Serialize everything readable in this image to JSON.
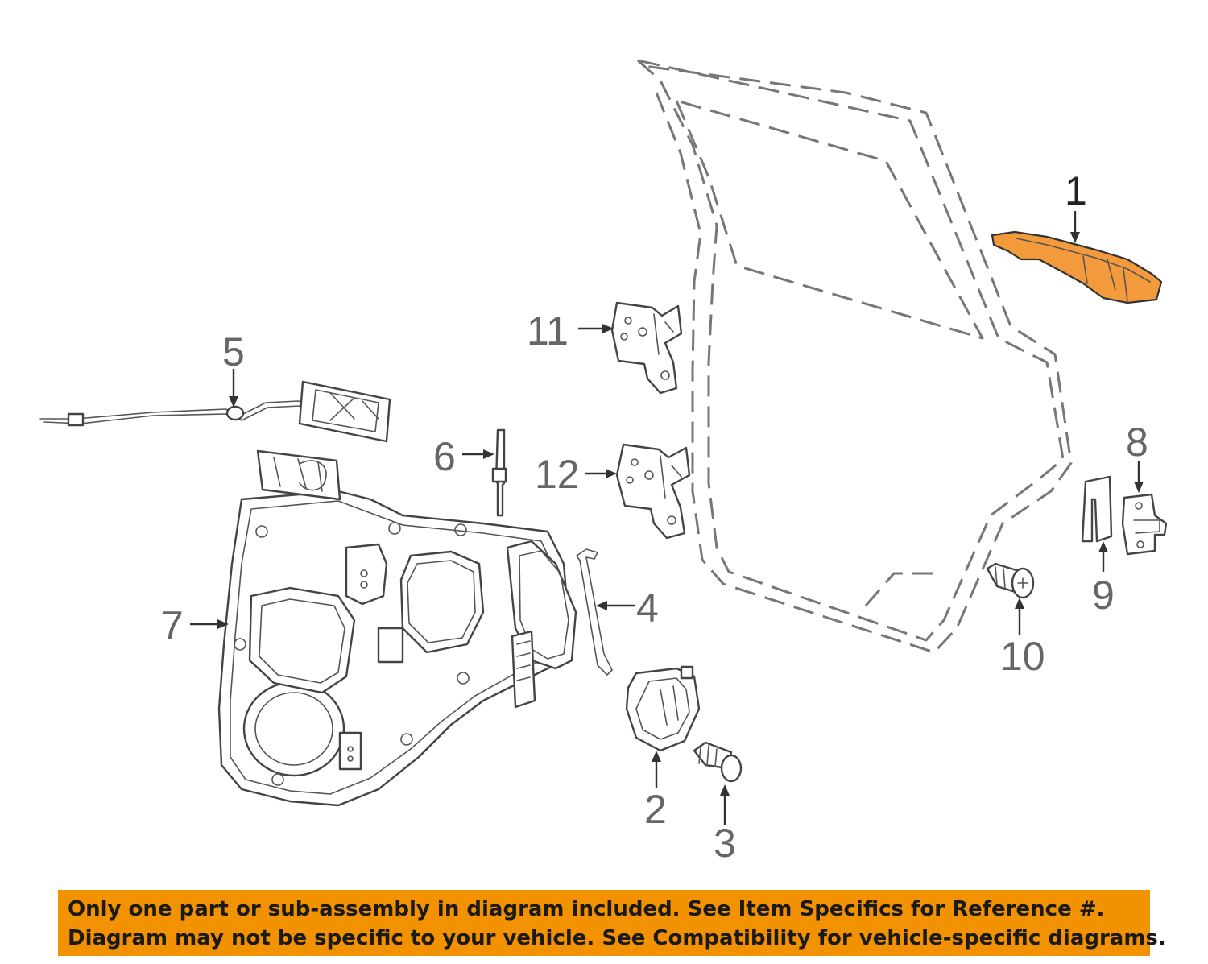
{
  "diagram": {
    "callouts": [
      {
        "id": "1",
        "label": "1"
      },
      {
        "id": "2",
        "label": "2"
      },
      {
        "id": "3",
        "label": "3"
      },
      {
        "id": "4",
        "label": "4"
      },
      {
        "id": "5",
        "label": "5"
      },
      {
        "id": "6",
        "label": "6"
      },
      {
        "id": "7",
        "label": "7"
      },
      {
        "id": "8",
        "label": "8"
      },
      {
        "id": "9",
        "label": "9"
      },
      {
        "id": "10",
        "label": "10"
      },
      {
        "id": "11",
        "label": "11"
      },
      {
        "id": "12",
        "label": "12"
      }
    ],
    "highlight_color": "#f39a3c",
    "line_color": "#444444"
  },
  "banner": {
    "line1": "Only one part or sub-assembly in diagram included. See Item Specifics for Reference #.",
    "line2": "Diagram may not be specific to your vehicle. See Compatibility for vehicle-specific diagrams.",
    "background": "#f39200"
  }
}
